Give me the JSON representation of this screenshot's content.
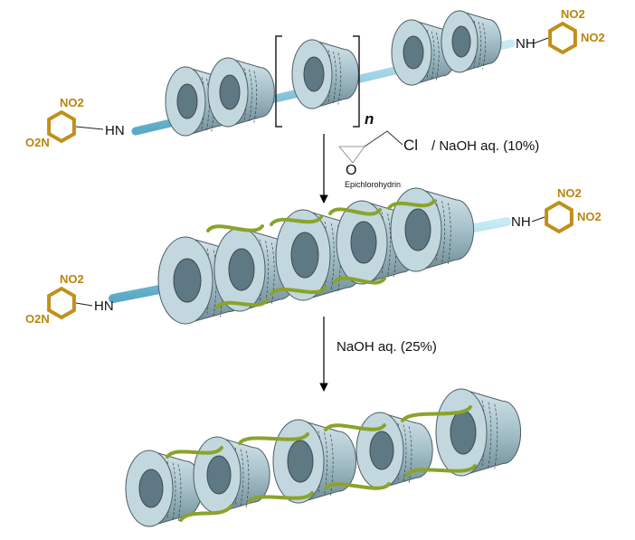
{
  "labels": {
    "no2": "NO2",
    "o2n": "O2N",
    "hn": "HN",
    "nh": "NH",
    "repeat_n": "n",
    "cl": "Cl",
    "epoxide_o": "O",
    "step1_condition": "/ NaOH aq. (10%)",
    "reagent_name": "Epichlorohydrin",
    "step2_condition": "NaOH aq. (25%)"
  },
  "colors": {
    "ring": "#a9c4cd",
    "axle": "#7fc4dc",
    "dinitrophenyl": "#c0901a",
    "linker": "#8aa32a"
  }
}
